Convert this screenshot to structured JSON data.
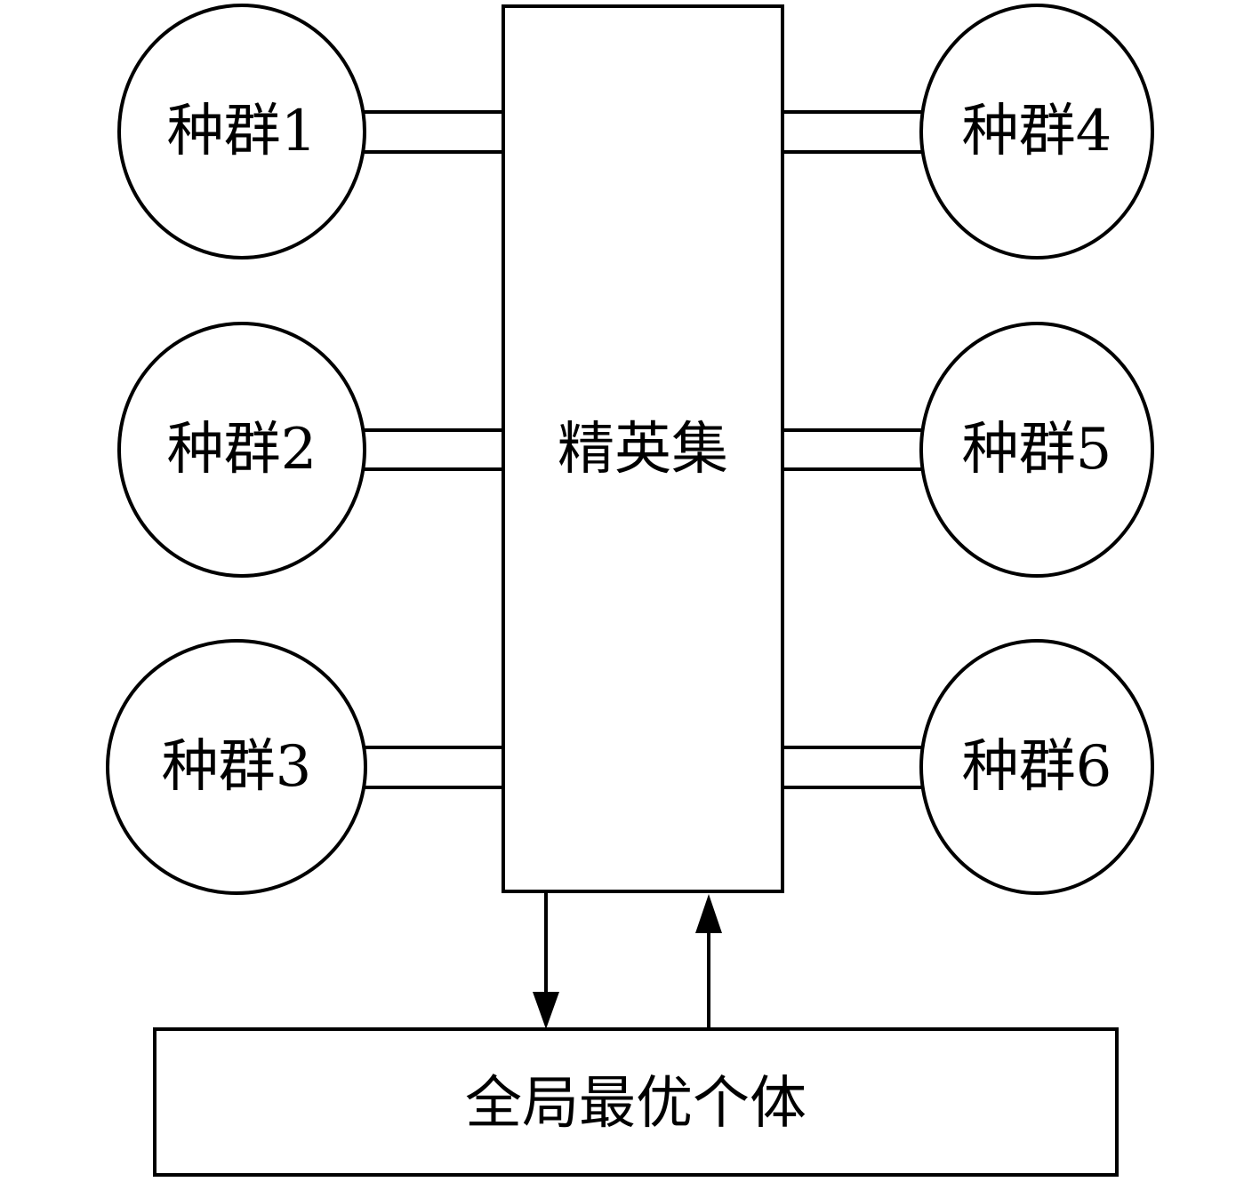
{
  "diagram": {
    "populations": [
      {
        "id": "p1",
        "label": "种群1"
      },
      {
        "id": "p2",
        "label": "种群2"
      },
      {
        "id": "p3",
        "label": "种群3"
      },
      {
        "id": "p4",
        "label": "种群4"
      },
      {
        "id": "p5",
        "label": "种群5"
      },
      {
        "id": "p6",
        "label": "种群6"
      }
    ],
    "elite_set": {
      "label": "精英集"
    },
    "global_best": {
      "label": "全局最优个体"
    },
    "edges": [
      {
        "from": "p1",
        "to": "elite_set",
        "style": "double-line"
      },
      {
        "from": "p2",
        "to": "elite_set",
        "style": "double-line"
      },
      {
        "from": "p3",
        "to": "elite_set",
        "style": "double-line"
      },
      {
        "from": "p4",
        "to": "elite_set",
        "style": "double-line"
      },
      {
        "from": "p5",
        "to": "elite_set",
        "style": "double-line"
      },
      {
        "from": "p6",
        "to": "elite_set",
        "style": "double-line"
      },
      {
        "from": "elite_set",
        "to": "global_best",
        "style": "arrow"
      },
      {
        "from": "global_best",
        "to": "elite_set",
        "style": "arrow"
      }
    ]
  },
  "colors": {
    "stroke": "#000000",
    "background": "#ffffff"
  }
}
